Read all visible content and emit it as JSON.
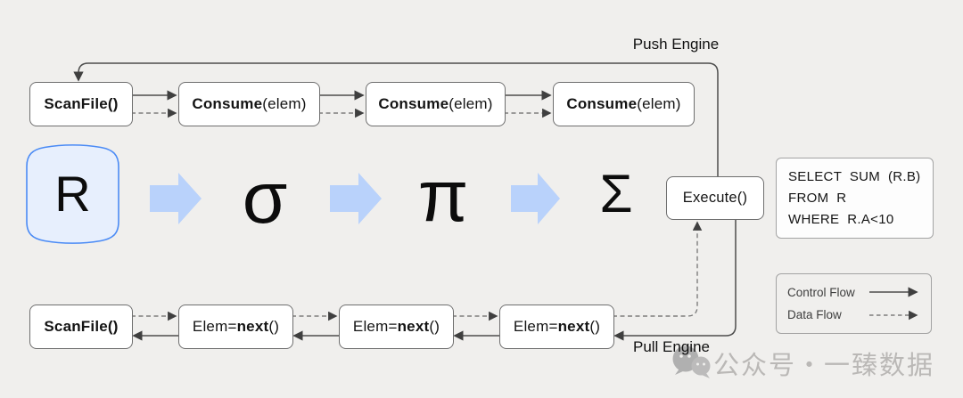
{
  "push_engine": {
    "label": "Push Engine",
    "boxes": [
      {
        "prefix": "",
        "bold": "ScanFile()",
        "suffix": ""
      },
      {
        "prefix": "",
        "bold": "Consume",
        "suffix": "(elem)"
      },
      {
        "prefix": "",
        "bold": "Consume",
        "suffix": "(elem)"
      },
      {
        "prefix": "",
        "bold": "Consume",
        "suffix": "(elem)"
      }
    ]
  },
  "pull_engine": {
    "label": "Pull Engine",
    "boxes": [
      {
        "prefix": "",
        "bold": "ScanFile()",
        "suffix": ""
      },
      {
        "prefix": "Elem=",
        "bold": "next",
        "suffix": "()"
      },
      {
        "prefix": "Elem=",
        "bold": "next",
        "suffix": "()"
      },
      {
        "prefix": "Elem=",
        "bold": "next",
        "suffix": "()"
      }
    ]
  },
  "pipeline": {
    "source_label": "R",
    "operators": [
      "σ",
      "π",
      "Σ"
    ],
    "execute_label": "Execute()"
  },
  "sql_box": {
    "lines": [
      "SELECT  SUM  (R.B)",
      "FROM  R",
      "WHERE  R.A<10"
    ]
  },
  "legend": {
    "control_label": "Control Flow",
    "data_label": "Data Flow"
  },
  "watermark": {
    "text": "公众号・一臻数据"
  },
  "colors": {
    "background": "#f0efed",
    "accent_blue_border": "#4b8bf5",
    "source_fill": "#e7effd",
    "block_arrow_blue": "#b9d2fb",
    "control_line": "#4d4d4d",
    "data_line": "#7d7d7d",
    "watermark_gray": "#bab8b6"
  }
}
